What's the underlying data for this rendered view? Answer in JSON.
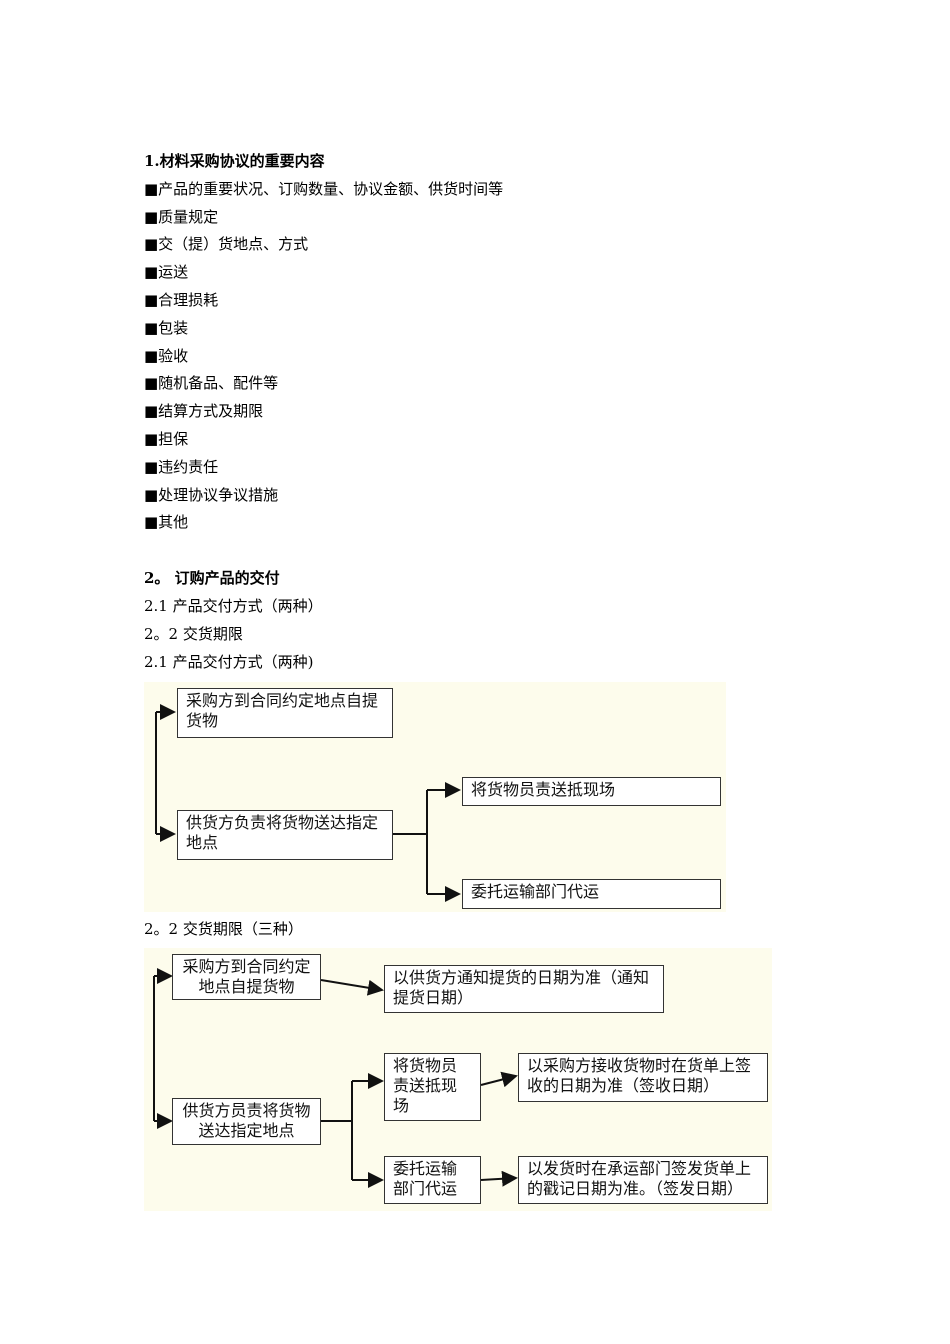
{
  "section1": {
    "heading": "1.材料采购协议的重要内容",
    "items": [
      "■产品的重要状况、订购数量、协议金额、供货时间等",
      "■质量规定",
      "■交（提）货地点、方式",
      "■运送",
      "■合理损耗",
      "■包装",
      "■验收",
      "■随机备品、配件等",
      "■结算方式及期限",
      "■担保",
      "■违约责任",
      "■处理协议争议措施",
      "■其他"
    ]
  },
  "section2": {
    "heading": "2。 订购产品的交付",
    "lines": [
      "2.1 产品交付方式（两种）",
      "2。2 交货期限",
      "2.1 产品交付方式（两种)"
    ],
    "caption2": "2。2 交货期限（三种）"
  },
  "diagram1": {
    "box_self_pickup": "采购方到合同约定地点自提货物",
    "box_supplier_deliver": "供货方负责将货物送达指定地点",
    "box_deliver_to_site": "将货物员责送抵现场",
    "box_transport_agent": "委托运输部门代运"
  },
  "diagram2": {
    "box_self_pickup": "采购方到合同约定地点自提货物",
    "box_notice_date": "以供货方通知提货的日期为准（通知提货日期）",
    "box_supplier_deliver": "供货方员责将货物送达指定地点",
    "box_deliver_to_site": "将货物员责送抵现场",
    "box_receipt_date": "以采购方接收货物时在货单上签收的日期为准（签收日期）",
    "box_transport_agent": "委托运输部门代运",
    "box_ship_date": "以发货时在承运部门签发货单上的戳记日期为准。（签发日期）"
  }
}
